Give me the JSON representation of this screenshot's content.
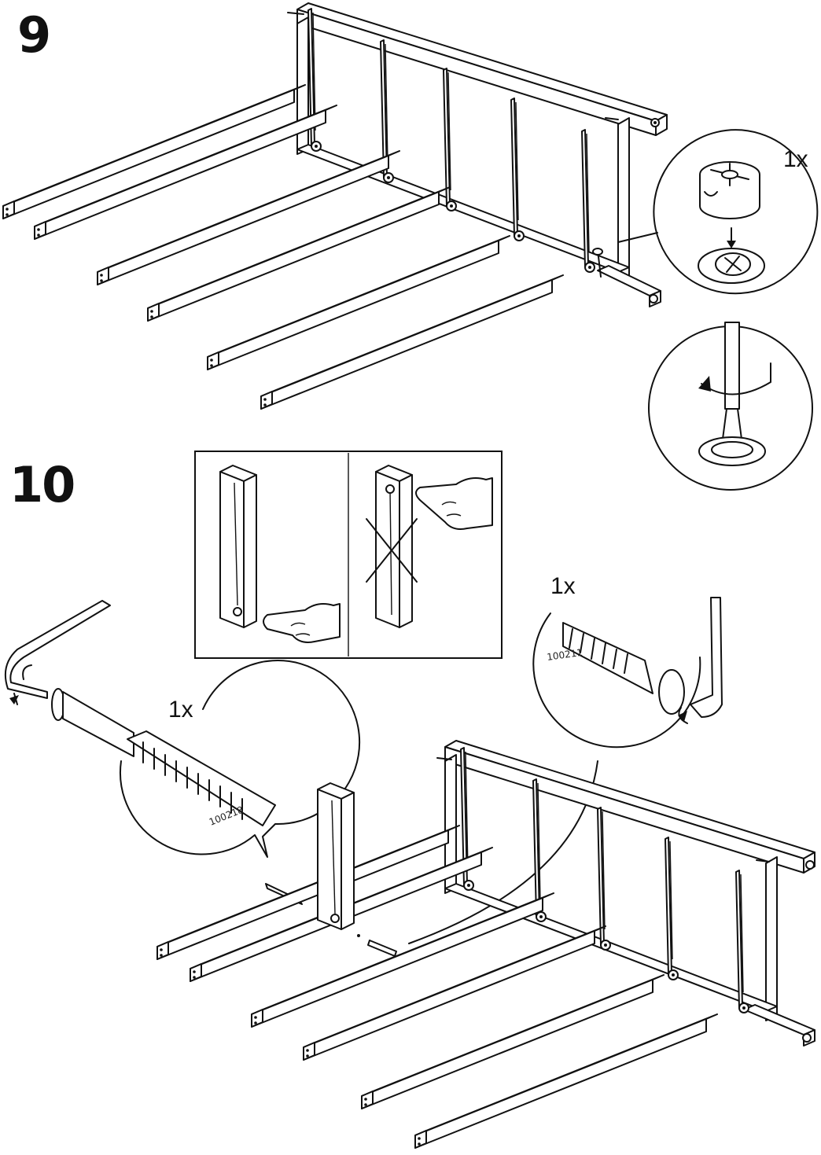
{
  "steps": {
    "step9": {
      "number": "9",
      "quantity": "1x"
    },
    "step10": {
      "number": "10",
      "left_detail": {
        "quantity": "1x",
        "part_number": "100218"
      },
      "right_detail": {
        "quantity": "1x",
        "part_number": "100211"
      }
    }
  },
  "icons": [
    "cam-lock-fitting-icon",
    "screwdriver-turn-icon",
    "allen-key-icon",
    "dowel-bolt-icon",
    "pointing-hand-icon",
    "cross-out-icon"
  ],
  "colors": {
    "ink": "#111111",
    "paper": "#ffffff"
  }
}
